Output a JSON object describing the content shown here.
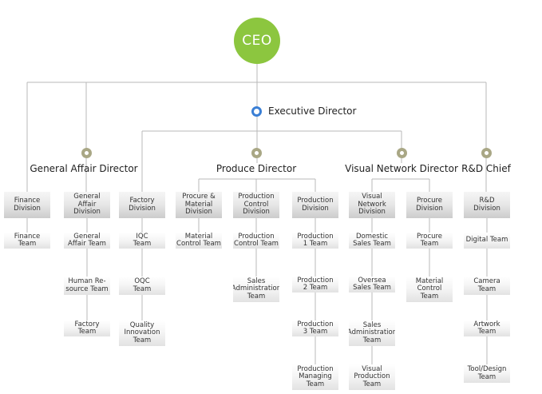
{
  "ceo": "CEO",
  "executive": "Executive Director",
  "directors": [
    {
      "id": "general",
      "label": "General Affair Director"
    },
    {
      "id": "produce",
      "label": "Produce Director"
    },
    {
      "id": "visual",
      "label": "Visual Network Director"
    },
    {
      "id": "rnd",
      "label": "R&D Chief"
    }
  ],
  "columns": [
    {
      "division": "Finance\nDivision",
      "teams": [
        "Finance\nTeam"
      ]
    },
    {
      "division": "General\nAffair Division",
      "teams": [
        "General\nAffair Team",
        "Human Re-\nsource Team",
        "Factory\nTeam"
      ]
    },
    {
      "division": "Factory\nDivision",
      "teams": [
        "IQC\nTeam",
        "OQC\nTeam",
        "Quality\nInnovation\nTeam"
      ]
    },
    {
      "division": "Procure &\nMaterial Division",
      "teams": [
        "Material\nControl Team"
      ]
    },
    {
      "division": "Production\nControl Division",
      "teams": [
        "Production\nControl Team",
        "Sales\nAdministration\nTeam"
      ]
    },
    {
      "division": "Production\nDivision",
      "teams": [
        "Production\n1 Team",
        "Production\n2 Team",
        "Production\n3 Team",
        "Production\nManaging\nTeam"
      ]
    },
    {
      "division": "Visual Network\nDivision",
      "teams": [
        "Domestic\nSales Team",
        "Oversea\nSales Team",
        "Sales\nAdministration\nTeam",
        "Visual\nProduction\nTeam"
      ]
    },
    {
      "division": "Procure\nDivision",
      "teams": [
        "Procure\nTeam",
        "Material\nControl\nTeam"
      ]
    },
    {
      "division": "R&D\nDivision",
      "teams": [
        "Digital Team",
        "Camera\nTeam",
        "Artwork\nTeam",
        "Tool/Design\nTeam"
      ]
    }
  ]
}
